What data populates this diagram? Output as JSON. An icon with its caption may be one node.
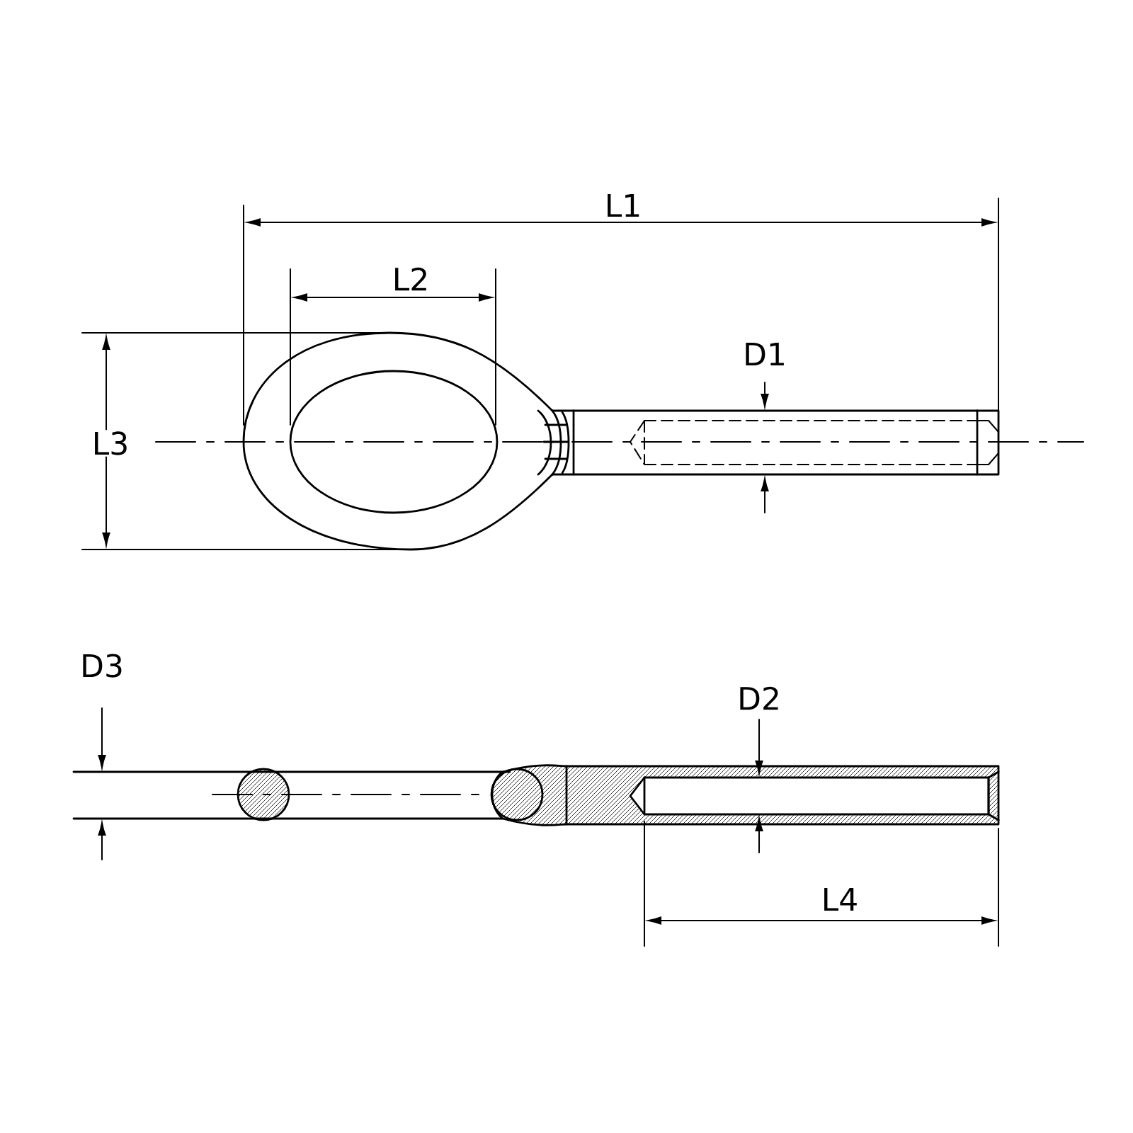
{
  "diagram": {
    "labels": [
      "L1",
      "L2",
      "D1",
      "L3",
      "D3",
      "D2",
      "L4"
    ]
  }
}
